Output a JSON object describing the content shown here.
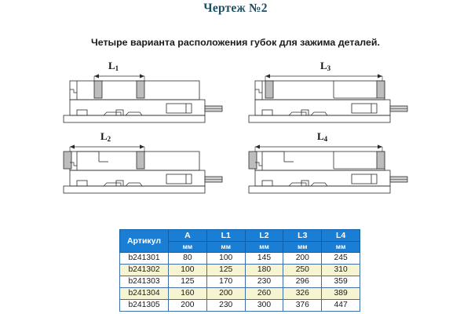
{
  "page": {
    "title": "Чертеж №2",
    "subtitle": "Четыре варианта расположения губок для зажима деталей.",
    "title_color": "#1d4e63",
    "header_bg_color": "#1a7fd4",
    "alt_row_color": "#f7f4d2"
  },
  "figures": [
    {
      "id": "fig-l1",
      "label": "L",
      "sub": "1",
      "caption": "L1"
    },
    {
      "id": "fig-l3",
      "label": "L",
      "sub": "3",
      "caption": "L3"
    },
    {
      "id": "fig-l2",
      "label": "L",
      "sub": "2",
      "caption": "L2"
    },
    {
      "id": "fig-l4",
      "label": "L",
      "sub": "4",
      "caption": "L4"
    }
  ],
  "table": {
    "headers": [
      "Артикул",
      "A",
      "L1",
      "L2",
      "L3",
      "L4"
    ],
    "units": [
      "",
      "мм",
      "мм",
      "мм",
      "мм",
      "мм"
    ],
    "rows": [
      {
        "article": "b241301",
        "a": "80",
        "l1": "100",
        "l2": "145",
        "l3": "200",
        "l4": "245"
      },
      {
        "article": "b241302",
        "a": "100",
        "l1": "125",
        "l2": "180",
        "l3": "250",
        "l4": "310"
      },
      {
        "article": "b241303",
        "a": "125",
        "l1": "170",
        "l2": "230",
        "l3": "296",
        "l4": "359"
      },
      {
        "article": "b241304",
        "a": "160",
        "l1": "200",
        "l2": "260",
        "l3": "326",
        "l4": "389"
      },
      {
        "article": "b241305",
        "a": "200",
        "l1": "230",
        "l2": "300",
        "l3": "376",
        "l4": "447"
      }
    ]
  }
}
